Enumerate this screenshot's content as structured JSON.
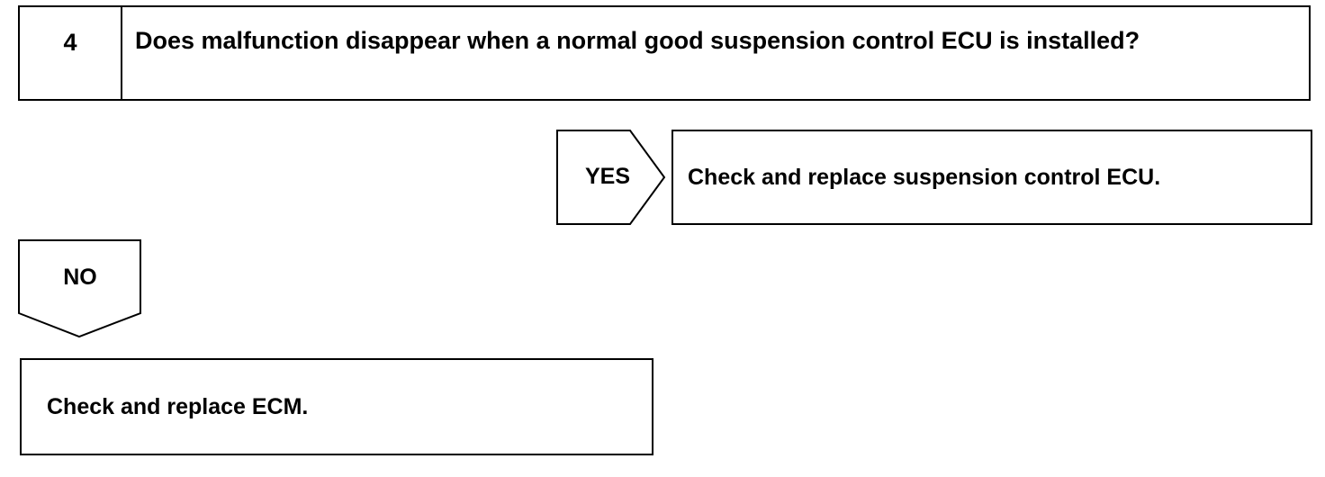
{
  "step": {
    "number": "4",
    "question": "Does malfunction disappear when a normal good suspension control ECU is installed?"
  },
  "yes_branch": {
    "label": "YES",
    "result": "Check and replace suspension control ECU."
  },
  "no_branch": {
    "label": "NO",
    "result": "Check and replace ECM."
  },
  "colors": {
    "line": "#000000",
    "background": "#ffffff"
  }
}
